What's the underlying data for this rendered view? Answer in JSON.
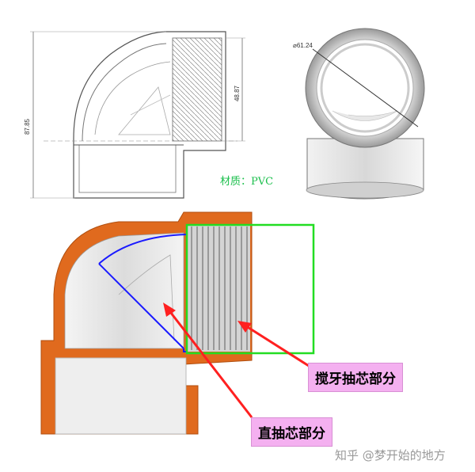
{
  "dimensions": {
    "height_total": "87.85",
    "height_thread": "48.87",
    "diameter": "⌀61.24"
  },
  "material_label": "材质：PVC",
  "callouts": {
    "thread_core": "搅牙抽芯部分",
    "straight_core": "直抽芯部分"
  },
  "watermark": "知乎 @梦开始的地方",
  "colors": {
    "body": "#e06a1e",
    "thread_box": "#22dd22",
    "parting_line": "#1a1aff",
    "arrow": "#ff2020",
    "callout_bg": "#f4b0f0",
    "material_text": "#1bbf4c"
  }
}
